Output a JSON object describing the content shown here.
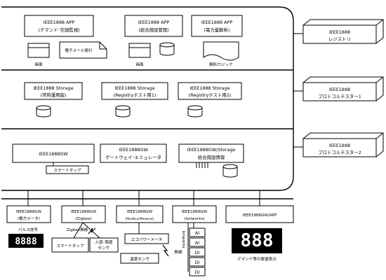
{
  "apps": [
    {
      "line1": "IEEE1888 APP",
      "line2": "(デマンド･空調監視)"
    },
    {
      "line1": "IEEE1888 APP",
      "line2": "(総合施設管理)"
    },
    {
      "line1": "IEEE1888 APP",
      "line2": "(電力量解析)"
    }
  ],
  "app_notes": {
    "screen1": "画面",
    "screen2": "画面",
    "email": "電子メール発行",
    "logic": "解析ロジック"
  },
  "storages": [
    {
      "line1": "IEEE1888 Storage",
      "line2": "(常時運用版)"
    },
    {
      "line1": "IEEE1888 Storage",
      "line2": "(Registryテスト用1)"
    },
    {
      "line1": "IEEE1888 Storage",
      "line2": "(Registryテスト用2)"
    }
  ],
  "gateways": [
    {
      "line1": "IEEE1888GW",
      "line2": ""
    },
    {
      "line1": "IEEE1888GW",
      "line2": "ゲートウェイ･エミュレータ"
    },
    {
      "line1": "IEEE1888GW/Storage",
      "line2": "総合施設情報"
    }
  ],
  "smart_tap_label": "スマートタップ",
  "right_boxes": [
    {
      "line1": "IEEE1888",
      "line2": "レジストリ"
    },
    {
      "line1": "IEEE1888",
      "line2": "プロトコルテスター1"
    },
    {
      "line1": "IEEE1888",
      "line2": "プロトコルテスター2"
    }
  ],
  "bottom_gws": [
    {
      "line1": "IEEE1888GW",
      "line2": "(電力メータ)"
    },
    {
      "line1": "IEEE1888GW",
      "line2": "(Zigbee)"
    },
    {
      "line1": "IEEE1888GW",
      "line2": "(Modbus/Mewnet)"
    },
    {
      "line1": "IEEE1888GW",
      "line2": "(lonworks)"
    },
    {
      "line1": "IEEE1888GW/APP",
      "line2": ""
    }
  ],
  "bottom_notes": {
    "pulse": "パルス信号",
    "meter_digits": "8888",
    "zigbee_wireless": "Zigbee無線",
    "smart_tap": "スマートタップ",
    "human_sensor_1": "人感･照度",
    "human_sensor_2": "センサ",
    "eco_meter": "エコパワーメータ",
    "wireless": "無線",
    "temp_sensor": "温度センサ",
    "lonworks_vertical": "lonworks",
    "io_points": [
      "AI",
      "AI",
      "DI",
      "DI",
      "DI"
    ],
    "display_digits": "888",
    "display_caption": "デマンド等の数値表示"
  }
}
